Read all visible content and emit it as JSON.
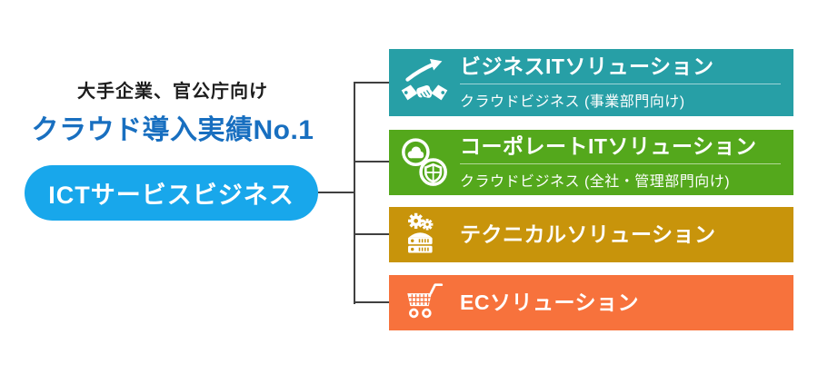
{
  "page": {
    "background_color": "#ffffff"
  },
  "left_panel": {
    "tagline": "大手企業、官公庁向け",
    "headline": "クラウド導入実績No.1",
    "headline_color": "#186fc0",
    "pill_label": "ICTサービスビジネス",
    "pill_color": "#18a7eb"
  },
  "connector": {
    "color": "#404040"
  },
  "solutions": [
    {
      "title": "ビジネスITソリューション",
      "subtitle": "クラウドビジネス (事業部門向け)",
      "color": "#279fa6",
      "icon": "growth-handshake-icon"
    },
    {
      "title": "コーポレートITソリューション",
      "subtitle": "クラウドビジネス (全社・管理部門向け)",
      "color": "#54a81c",
      "icon": "cloud-shield-icon"
    },
    {
      "title": "テクニカルソリューション",
      "subtitle": "",
      "color": "#c8940b",
      "icon": "gears-server-icon"
    },
    {
      "title": "ECソリューション",
      "subtitle": "",
      "color": "#f7723c",
      "icon": "shopping-cart-icon"
    }
  ]
}
